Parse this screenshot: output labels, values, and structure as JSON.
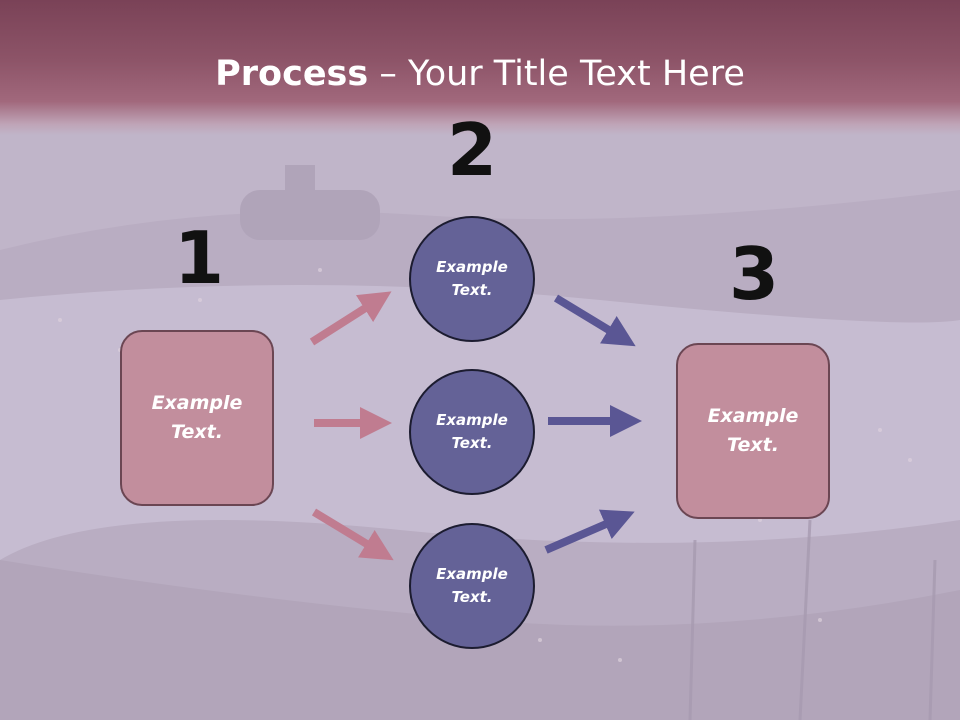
{
  "title": {
    "bold": "Process",
    "rest": " – Your Title Text Here"
  },
  "steps": {
    "one": "1",
    "two": "2",
    "three": "3"
  },
  "left_box": {
    "text": "Example Text."
  },
  "right_box": {
    "text": "Example Text."
  },
  "circles": [
    {
      "text": "Example Text."
    },
    {
      "text": "Example Text."
    },
    {
      "text": "Example Text."
    }
  ],
  "colors": {
    "title_band": "#8d5468",
    "box_fill": "#c28e9d",
    "circle_fill": "#646297",
    "pink_arrow": "#c07c90",
    "blue_arrow": "#5a5694"
  }
}
